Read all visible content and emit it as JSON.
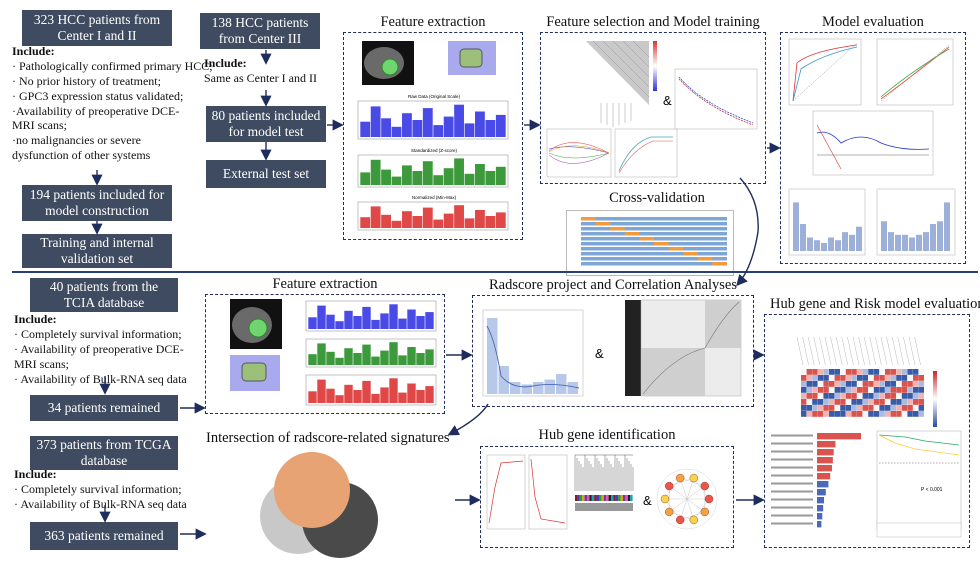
{
  "top": {
    "cohort1": {
      "title": "323 HCC patients from Center I and II",
      "include_label": "Include:",
      "criteria": [
        "· Pathologically confirmed primary HCC;",
        "· No prior history of treatment;",
        "· GPC3 expression status validated;",
        "·Availability of preoperative DCE-MRI scans;",
        "·no malignancies or severe dysfunction of other systems"
      ]
    },
    "cohort1_included": "194 patients included for model construction",
    "cohort1_set": "Training and internal validation set",
    "cohort2": {
      "title": "138 HCC patients from Center III",
      "include_label": "Include:",
      "criteria": [
        "Same as Center I and II"
      ]
    },
    "cohort2_included": "80 patients included for model test",
    "cohort2_set": "External test set",
    "feature_extraction_title": "Feature extraction",
    "feature_selection_title": "Feature selection and Model training",
    "cross_validation_title": "Cross-validation",
    "model_evaluation_title": "Model evaluation",
    "hist_titles": [
      "Raw Data (Original Scale)",
      "Standardized (Z-score)",
      "Normalized (Min-Max)"
    ]
  },
  "bottom": {
    "tcia": {
      "title": "40 patients from the TCIA database",
      "include_label": "Include:",
      "criteria": [
        "· Completely survival information;",
        "· Availability of preoperative DCE-MRI scans;",
        "· Availability of Bulk-RNA seq data"
      ]
    },
    "tcia_remained": "34 patients remained",
    "tcga": {
      "title": "373 patients from TCGA database",
      "include_label": "Include:",
      "criteria": [
        "· Completely survival information;",
        "· Availability of Bulk-RNA seq data"
      ]
    },
    "tcga_remained": "363 patients remained",
    "feature_extraction_title": "Feature extraction",
    "radscore_title": "Radscore project and Correlation Analyses",
    "intersection_title": "Intersection of radscore-related signatures",
    "hub_gene_title": "Hub gene identification",
    "hub_risk_title": "Hub gene and Risk model evaluation",
    "pvalue": "P < 0.001",
    "ampersand": "&"
  },
  "colors": {
    "navy_box": "#3f4b60",
    "dashed_border": "#1e2d5c",
    "divider": "#27407a",
    "hist_blue": "#4a4ae6",
    "hist_green": "#3c9a3c",
    "hist_red": "#e04848",
    "venn_orange": "#e8a374",
    "venn_dark": "#4a4a4a",
    "venn_light": "#c8c8c8"
  }
}
